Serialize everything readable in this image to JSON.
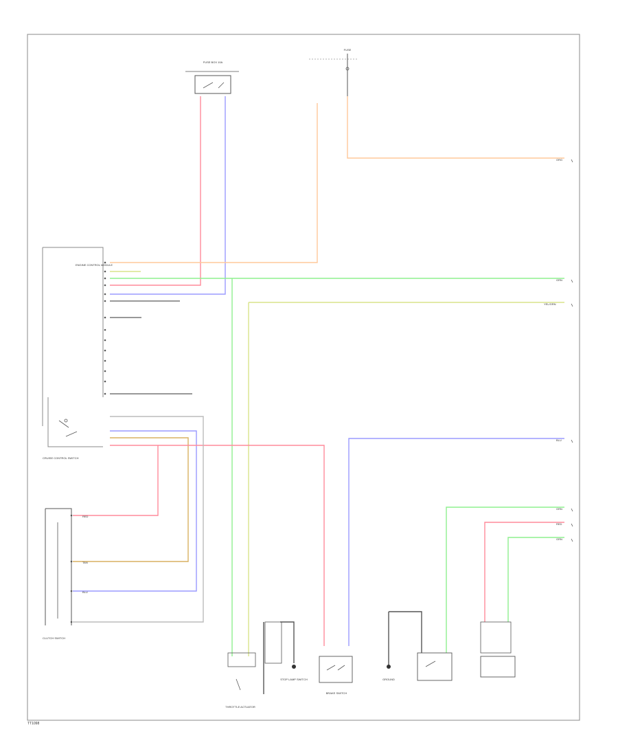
{
  "colors": {
    "red": "#ff8a9a",
    "orange": "#ffc89a",
    "green": "#8ef08e",
    "blue": "#9a9aff",
    "yellow_green": "#d8e48a",
    "tan": "#d8b060",
    "frame": "#888888",
    "wire_black": "#555555"
  },
  "page_code": "TT1098",
  "components": {
    "top_fuse_box": "FUSE BOX 10A",
    "top_right_fuse": "FUSE",
    "cruise_control_switch": "CRUISE CONTROL SWITCH",
    "engine_control_module": "ENGINE CONTROL MODULE",
    "clutch_switch": "CLUTCH SWITCH",
    "brake_switch": "BRAKE SWITCH",
    "stop_lamp_switch": "STOP LAMP SWITCH",
    "throttle_actuator": "THROTTLE ACTUATOR",
    "ground": "GROUND"
  },
  "wire_labels": {
    "red": "RED",
    "orange": "ORG",
    "green": "GRN",
    "blue": "BLU",
    "yellow_green": "YEL/GRN",
    "tan": "TAN"
  }
}
